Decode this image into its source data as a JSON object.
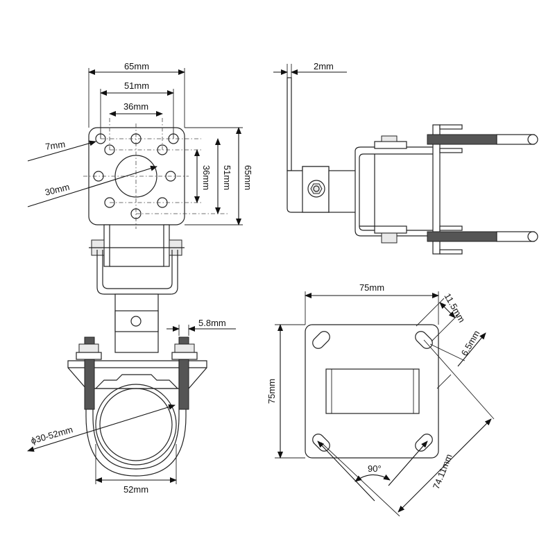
{
  "dimensions": {
    "plate_width": "65mm",
    "hole_spacing_outer": "51mm",
    "hole_spacing_inner": "36mm",
    "hole_diameter": "7mm",
    "center_hole_diameter": "30mm",
    "plate_height_36": "36mm",
    "plate_height_51": "51mm",
    "plate_height_65": "65mm",
    "plate_thickness": "2mm",
    "bolt_width": "5.8mm",
    "pipe_range": "ϕ30-52mm",
    "clamp_width": "52mm",
    "base_width": "75mm",
    "base_height": "75mm",
    "slot_length": "11.5mm",
    "slot_width": "6.5mm",
    "slot_angle": "90°",
    "slot_diagonal": "74.11mm"
  },
  "colors": {
    "line": "#222222",
    "background": "#ffffff"
  },
  "marker_icons": [
    "arrow-head-icon"
  ]
}
